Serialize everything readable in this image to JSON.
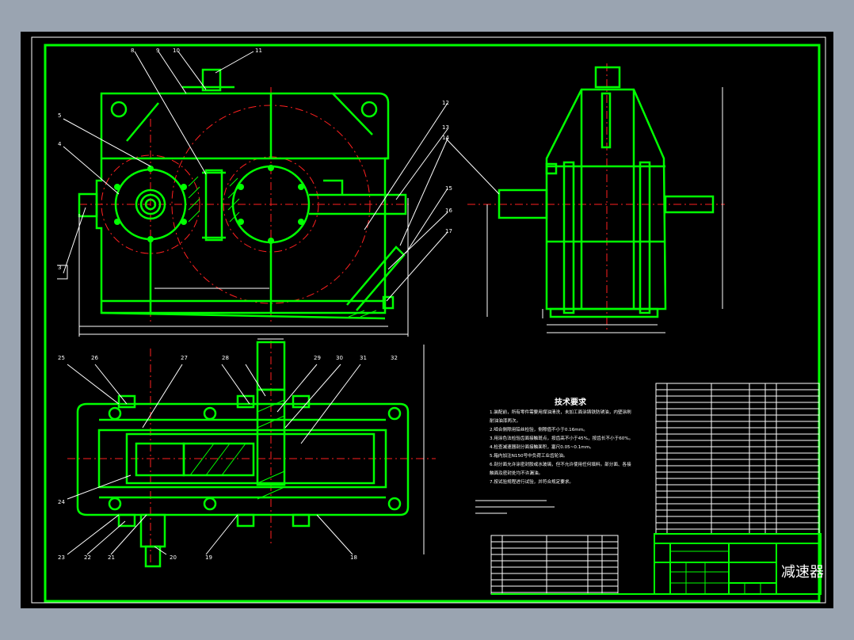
{
  "colors": {
    "viewport": "#9aa4b1",
    "sheet": "#000000",
    "part": "#00ff00",
    "center": "#ff2020",
    "dim": "#ffffff",
    "text": "#ffffff"
  },
  "balloons": {
    "front": [
      "5",
      "4",
      "3",
      "8",
      "9",
      "10",
      "11",
      "12",
      "13",
      "14",
      "15",
      "16",
      "17"
    ],
    "top": [
      "25",
      "26",
      "27",
      "28",
      "29",
      "30",
      "31",
      "32",
      "24",
      "23",
      "22",
      "21",
      "20",
      "19",
      "18"
    ]
  },
  "tech_req": {
    "title": "技术要求",
    "lines": [
      "1.装配前，所有零件需要用煤油清洗，未加工面涂铸铁防锈油，内壁涂刷",
      "耐油油漆两次。",
      "2.啮合侧隙用铅丝检验，侧隙值不小于0.16mm。",
      "3.用涂色法检验齿面接触斑点，按齿高不小于45%，按齿长不小于60%。",
      "4.检查减速器剖分面接触面积，塞尺0.05~0.1mm。",
      "5.箱内加注N150号中负荷工业齿轮油。",
      "6.剖分面允许涂密封胶或水玻璃，但不允许使用任何填料。部分面、各接",
      "触面及密封处均不许漏油。",
      "7.按试验规程进行试验，并符合规定要求。"
    ]
  },
  "title_block": {
    "name": "减速器"
  }
}
